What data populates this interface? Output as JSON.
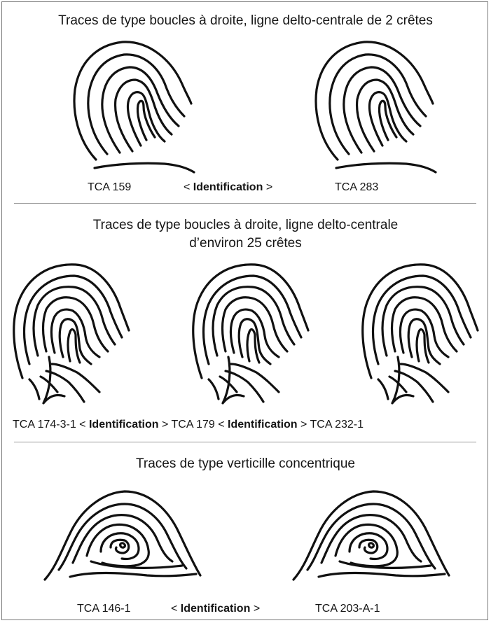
{
  "sections": [
    {
      "title": "Traces de type boucles à droite, ligne delto-centrale de 2 crêtes",
      "labels": [
        "TCA 159",
        "TCA 283"
      ],
      "link": "Identification"
    },
    {
      "title_line1": "Traces de type boucles à droite, ligne delto-centrale",
      "title_line2": "d’environ 25 crêtes",
      "labels": [
        "TCA 174-3-1",
        "TCA 179",
        "TCA 232-1"
      ],
      "link": "Identification"
    },
    {
      "title": "Traces de type verticille concentrique",
      "labels": [
        "TCA 146-1",
        "TCA 203-A-1"
      ],
      "link": "Identification"
    }
  ],
  "symbols": {
    "lt": "<",
    "gt": ">"
  }
}
